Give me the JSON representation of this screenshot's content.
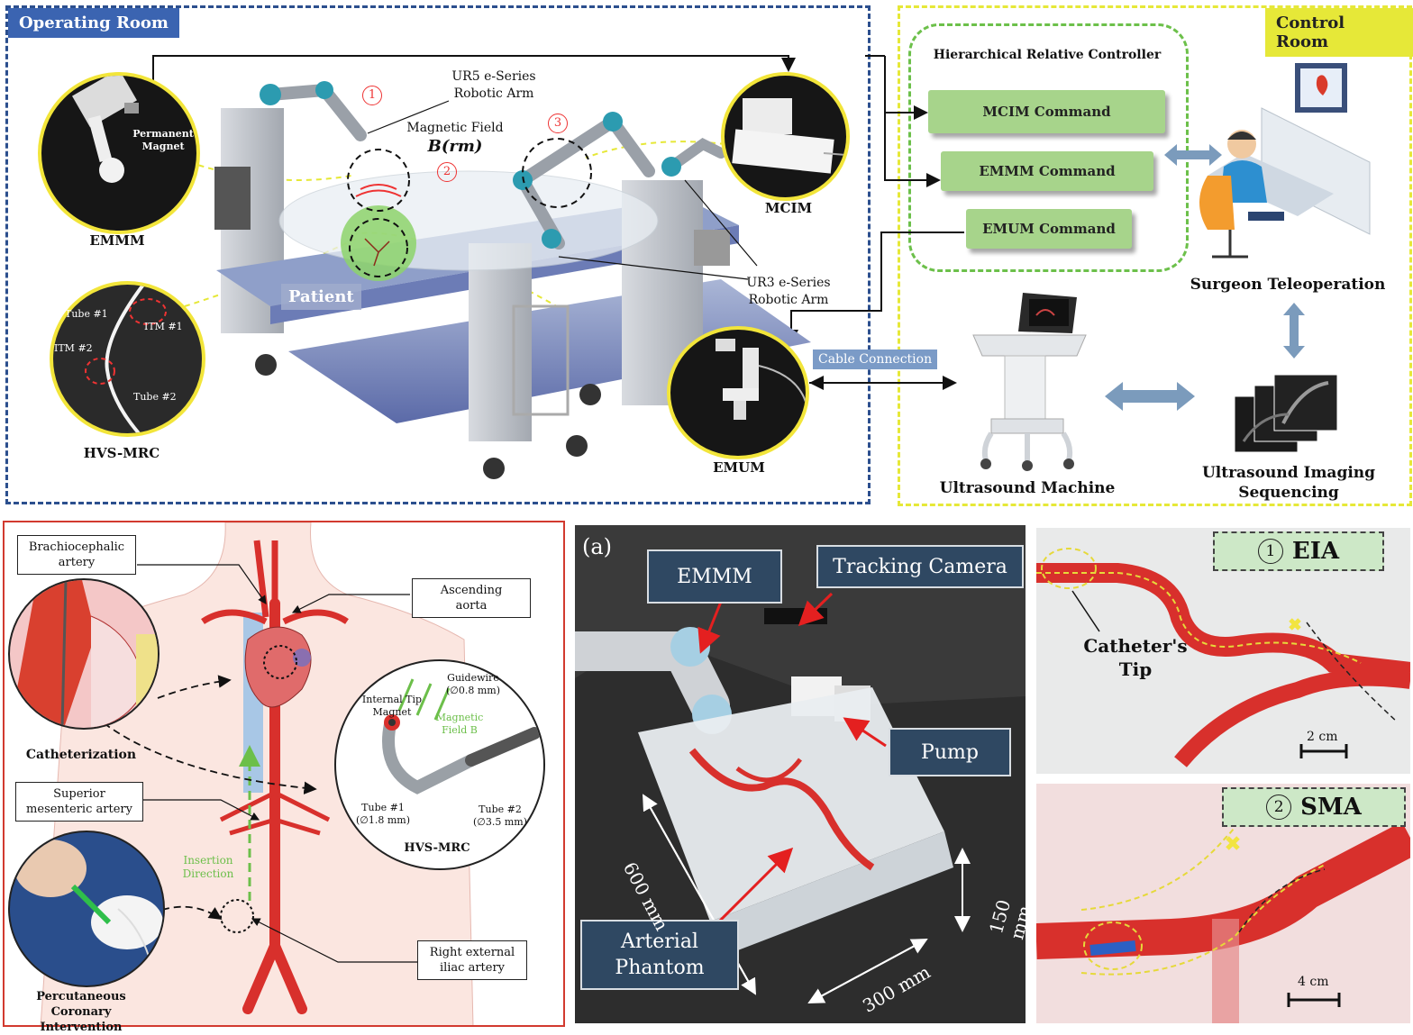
{
  "top": {
    "operating_room": "Operating Room",
    "control_room": "Control Room",
    "controller_title": "Hierarchical Relative Controller",
    "commands": [
      "MCIM Command",
      "EMMM Command",
      "EMUM Command"
    ],
    "ur5_label": "UR5 e-Series\nRobotic Arm",
    "ur3_label": "UR3 e-Series\nRobotic Arm",
    "magnetic_field_label": "Magnetic Field",
    "magnetic_field_symbol": "B(rm)",
    "markers": [
      "1",
      "2",
      "3"
    ],
    "permanent_magnet": "Permanent\nMagnet",
    "emmm": "EMMM",
    "mcim": "MCIM",
    "emum": "EMUM",
    "patient": "Patient",
    "tube1": "Tube #1",
    "tube2": "Tube #2",
    "itm1": "ITM #1",
    "itm2": "ITM #2",
    "hvs_mrc": "HVS-MRC",
    "cable_connection": "Cable Connection",
    "surgeon_teleoperation": "Surgeon Teleoperation",
    "ultrasound_machine": "Ultrasound Machine",
    "ultrasound_imaging": "Ultrasound Imaging\nSequencing"
  },
  "anatomy": {
    "brachiocephalic": "Brachiocephalic\nartery",
    "ascending_aorta": "Ascending\naorta",
    "catheterization": "Catheterization",
    "superior_mesenteric": "Superior\nmesenteric artery",
    "insertion_direction": "Insertion\nDirection",
    "internal_tip_magnet": "Internal Tip\nMagnet",
    "magnetic_field_b": "Magnetic\nField B",
    "guidewire": "Guidewire\n(∅0.8 mm)",
    "tube1": "Tube #1\n(∅1.8 mm)",
    "tube2": "Tube #2\n(∅3.5 mm)",
    "hvs_mrc": "HVS-MRC",
    "right_iliac": "Right external\niliac artery",
    "pci": "Percutaneous Coronary\nIntervention"
  },
  "photo": {
    "panel_label": "(a)",
    "emmm": "EMMM",
    "tracking_camera": "Tracking Camera",
    "pump": "Pump",
    "arterial_phantom": "Arterial\nPhantom",
    "dim_600": "600 mm",
    "dim_300": "300 mm",
    "dim_150": "150 mm"
  },
  "insets": {
    "eia_num": "1",
    "eia": "EIA",
    "catheter_tip": "Catheter's\nTip",
    "scale1": "2 cm",
    "sma_num": "2",
    "sma": "SMA",
    "scale2": "4 cm"
  },
  "colors": {
    "operating_blue": "#2c4f8e",
    "control_yellow": "#e6e838",
    "command_green": "#a7d48b",
    "controller_dash": "#6cc04a",
    "anatomy_red": "#d23a2f",
    "artery_red": "#d8302c"
  }
}
